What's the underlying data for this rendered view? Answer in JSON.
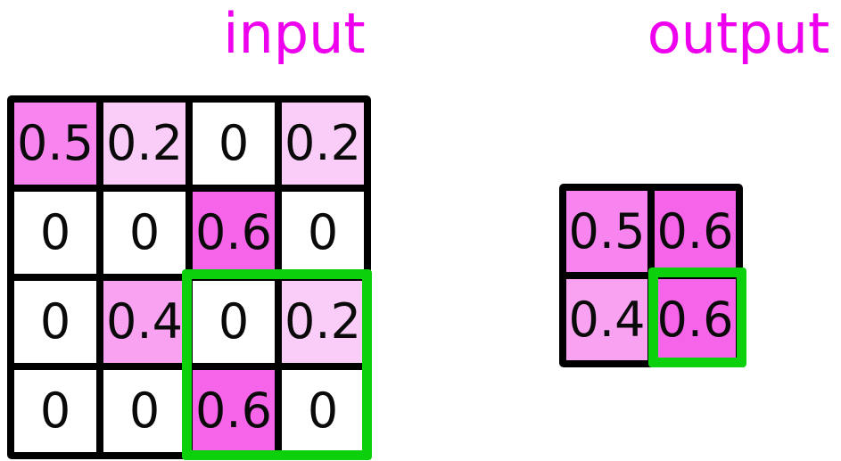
{
  "titles": {
    "input": "input",
    "output": "output"
  },
  "colors": {
    "title": "#EE00EE",
    "grid_line": "#000000",
    "number_text": "#0a0a0a",
    "highlight_green": "#0CD00C",
    "value_colors": {
      "0": "#FFFFFF",
      "0.2": "#FACDF8",
      "0.4": "#F9A2F1",
      "0.5": "#F885EF",
      "0.6": "#F564E9"
    }
  },
  "input_grid": {
    "rows": 4,
    "cols": 4,
    "values": [
      [
        "0.5",
        "0.2",
        "0",
        "0.2"
      ],
      [
        "0",
        "0",
        "0.6",
        "0"
      ],
      [
        "0",
        "0.4",
        "0",
        "0.2"
      ],
      [
        "0",
        "0",
        "0.6",
        "0"
      ]
    ]
  },
  "output_grid": {
    "rows": 2,
    "cols": 2,
    "values": [
      [
        "0.5",
        "0.6"
      ],
      [
        "0.4",
        "0.6"
      ]
    ]
  },
  "highlight": {
    "input_region": "input rows 3-4, cols 3-4",
    "output_region": "output row 2, col 2"
  }
}
